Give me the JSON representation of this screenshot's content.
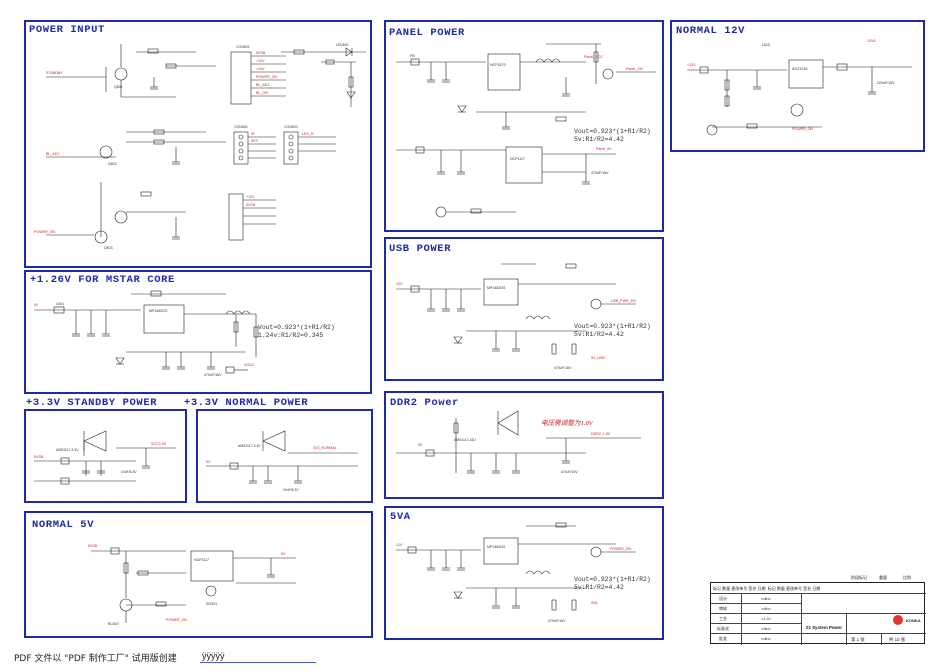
{
  "blocks": {
    "power_input": {
      "title": "POWER INPUT"
    },
    "panel_power": {
      "title": "PANEL POWER",
      "formula": "Vout=0.923*(1+R1/R2)\n5v:R1/R2=4.42",
      "label_a": "Panel_VCC",
      "label_b": "Panel_ON",
      "ic1": "NCP3170",
      "ic2": "NCP1117",
      "inductor": "FB",
      "cap": "470uF/16V",
      "out_label": "Panel_5V"
    },
    "normal_12v": {
      "title": "NORMAL 12V",
      "ic": "AOZ1016",
      "in_label": "+12V",
      "out_label": "12VA",
      "ctrl_label": "POWER_ON",
      "inductor": "L610",
      "cap": "220uF/16V"
    },
    "mstar_core": {
      "title": "+1.26V FOR MSTAR CORE",
      "formula": "Vout=0.923*(1+R1/R2)\n1.24v:R1/R2=0.345",
      "ic": "MP1482DS",
      "in_label": "5V",
      "out_label": "VDDC",
      "inductor": "L601",
      "cap": "470uF/16V"
    },
    "usb_power": {
      "title": "USB POWER",
      "formula": "Vout=0.923*(1+R1/R2)\n5v:R1/R2=4.42",
      "ic": "MP1482DS",
      "in_label": "12V",
      "out_label": "5V_USB",
      "ctrl_label": "USB_PWR_EN",
      "cap": "470uF/16V"
    },
    "standby_33": {
      "title": "+3.3V STANDBY POWER",
      "ic": "AMS1117-3.3V",
      "in_label": "5VSB",
      "out_label": "VCC3.3V",
      "cap": "10uF/6.3V"
    },
    "normal_33": {
      "title": "+3.3V NORMAL POWER",
      "ic": "AMS1117-3.3V",
      "in_label": "5V",
      "out_label": "3V3_NORMAL",
      "cap": "10uF/6.3V"
    },
    "ddr2": {
      "title": "DDR2 Power",
      "note": "电压需调整为1.8V",
      "ic": "AMS1117-ADJ",
      "in_label": "5V",
      "out_label": "DDR2_1.8V",
      "cap": "470uF/16V"
    },
    "normal_5v": {
      "title": "NORMAL 5V",
      "ic": "NCP1117",
      "in_label": "5VSB",
      "out_label": "5V",
      "ctrl_label": "POWER_ON",
      "transistor": "BC847",
      "mosfet": "SI2301"
    },
    "va5": {
      "title": "5VA",
      "formula": "Vout=0.923*(1+R1/R2)\n5v:R1/R2=4.42",
      "ic": "MP1482DS",
      "in_label": "12V",
      "out_label": "5VA",
      "ctrl_label": "POWER_ON",
      "cap": "470uF/16V"
    }
  },
  "power_input_labels": {
    "connector": "CON601",
    "header_a": "CON602",
    "header_b": "CON603",
    "net_5vsb": "5VSB",
    "net_12v": "+12V",
    "net_24v": "+24V",
    "net_power_on": "POWER_ON",
    "net_bl_adj": "BL_ADJ",
    "net_bl_on": "BL_ON",
    "net_standby": "STANDBY",
    "net_ir": "IR",
    "net_key": "KEY",
    "net_led": "LED_R",
    "led": "LED601",
    "q1": "Q601",
    "q2": "Q602",
    "q3": "Q603"
  },
  "title_block": {
    "headers": [
      "标记",
      "数量",
      "更改单号",
      "签名",
      "日期",
      "标记",
      "数量",
      "更改单号",
      "签名",
      "日期"
    ],
    "rows": [
      {
        "label": "设计",
        "value": "<dln>"
      },
      {
        "label": "审核",
        "value": "<dln>"
      },
      {
        "label": "工艺",
        "value": "<1.0>"
      },
      {
        "label": "标准化",
        "value": "<dln>"
      },
      {
        "label": "批准",
        "value": "<dln>"
      }
    ],
    "sheet_title": "01 System Power",
    "logo_text": "KONKA",
    "page": "第 1 张",
    "total": "共 10 张",
    "corner_a": "阶段标记",
    "corner_b": "重量",
    "corner_c": "比例"
  },
  "footer": {
    "text": "PDF 文件以 \"PDF 制作工厂\" 试用版创建",
    "link": "ÿÿÿÿÿ"
  },
  "colors": {
    "border": "#1f2aa8",
    "wire": "#222222",
    "net_red": "#cc2222",
    "component_fill": "#ffffff"
  }
}
